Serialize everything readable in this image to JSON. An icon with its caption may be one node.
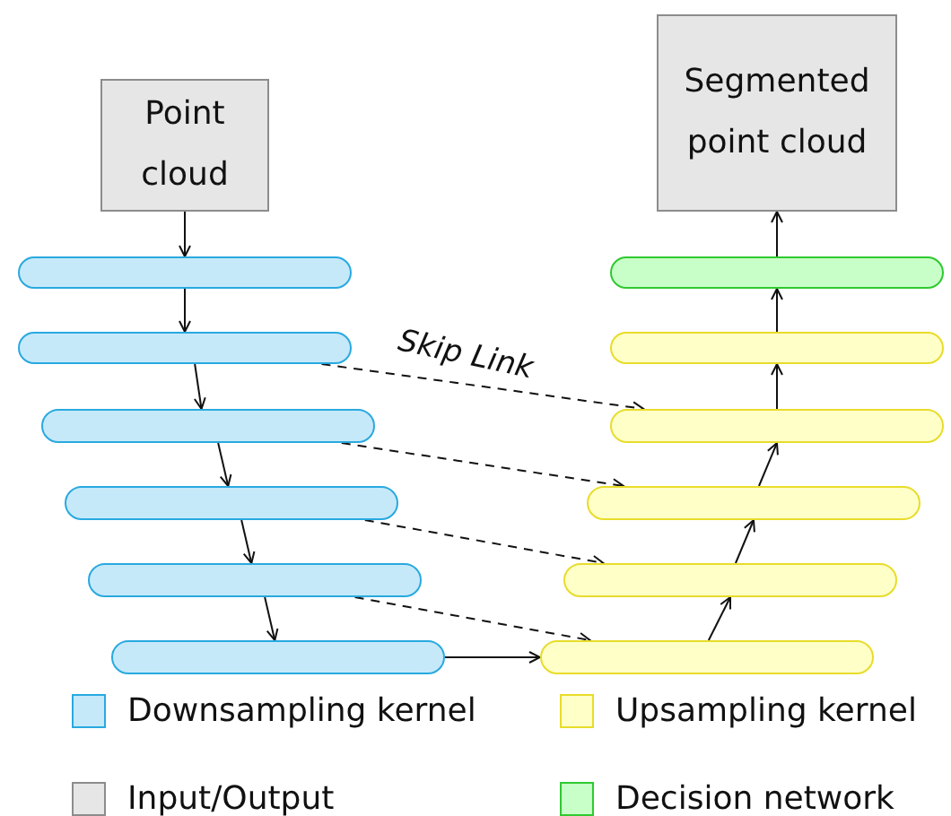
{
  "diagram": {
    "nodes": [
      {
        "text": [
          "Point cloud"
        ]
      },
      {
        "text": [],
        "shape": "bar"
      },
      {
        "text": [],
        "shape": "bar"
      },
      {
        "text": [],
        "shape": "bar"
      },
      {
        "text": [],
        "shape": "bar"
      },
      {
        "text": [],
        "shape": "bar"
      },
      {
        "text": [],
        "shape": "bar"
      },
      {
        "text": [],
        "shape": "bar"
      },
      {
        "text": [],
        "shape": "bar"
      },
      {
        "text": [],
        "shape": "bar"
      },
      {
        "text": [],
        "shape": "bar"
      },
      {
        "text": [],
        "shape": "bar"
      },
      {
        "text": [],
        "shape": "bar"
      },
      {
        "text": [
          "Segmented point cloud"
        ]
      }
    ],
    "edges": [
      {
        "from": 0,
        "to": 1,
        "arrow": "to"
      },
      {
        "from": 1,
        "to": 2,
        "arrow": "to"
      },
      {
        "from": 2,
        "to": 3,
        "arrow": "to"
      },
      {
        "from": 3,
        "to": 4,
        "arrow": "to"
      },
      {
        "from": 4,
        "to": 5,
        "arrow": "to"
      },
      {
        "from": 5,
        "to": 6,
        "arrow": "to"
      },
      {
        "from": 6,
        "to": 7,
        "arrow": "to"
      },
      {
        "from": 7,
        "to": 8,
        "arrow": "to"
      },
      {
        "from": 8,
        "to": 9,
        "arrow": "to"
      },
      {
        "from": 9,
        "to": 10,
        "arrow": "to"
      },
      {
        "from": 10,
        "to": 11,
        "arrow": "to"
      },
      {
        "from": 11,
        "to": 12,
        "arrow": "to"
      },
      {
        "from": 12,
        "to": 13,
        "arrow": "to"
      },
      {
        "from": 2,
        "to": 10,
        "arrow": "to",
        "style": "dashed",
        "label": "Skip Link"
      },
      {
        "from": 3,
        "to": 9,
        "arrow": "to",
        "style": "dashed"
      },
      {
        "from": 4,
        "to": 8,
        "arrow": "to",
        "style": "dashed"
      },
      {
        "from": 5,
        "to": 7,
        "arrow": "to",
        "style": "dashed"
      }
    ],
    "legend": [
      {
        "text": "Downsampling kernel",
        "color": "#c6e9f9"
      },
      {
        "text": "Upsampling kernel",
        "color": "#ffffc8"
      },
      {
        "text": "Input/Output",
        "color": "#e6e6e6"
      },
      {
        "text": "Decision network",
        "color": "#c8ffc8"
      }
    ]
  }
}
